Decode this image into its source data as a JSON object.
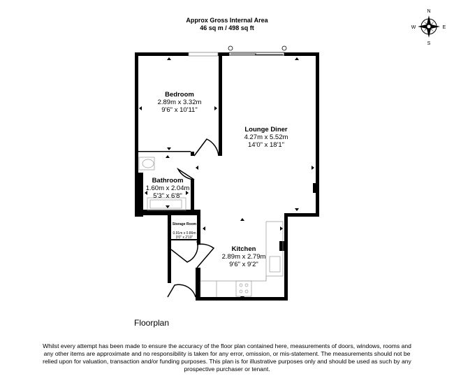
{
  "header": {
    "title": "Approx Gross Internal Area",
    "area": "46 sq m / 498 sq ft"
  },
  "compass": {
    "icon": "compass-rose-icon",
    "labels": [
      "N",
      "E",
      "S",
      "W"
    ]
  },
  "rooms": [
    {
      "name": "Bedroom",
      "metric": "2.89m x 3.32m",
      "imperial": "9'6\" x 10'11\""
    },
    {
      "name": "Lounge Diner",
      "metric": "4.27m x 5.52m",
      "imperial": "14'0\" x 18'1\""
    },
    {
      "name": "Bathroom",
      "metric": "1.60m x 2.04m",
      "imperial": "5'3\" x 6'8\""
    },
    {
      "name": "Storage Room",
      "metric": "0.91m x 0.86m",
      "imperial": "3'0\" x 2'10\""
    },
    {
      "name": "Kitchen",
      "metric": "2.89m x 2.79m",
      "imperial": "9'6\" x 9'2\""
    }
  ],
  "plan_label": "Floorplan",
  "disclaimer": "Whilst every attempt has been made to ensure the accuracy of the floor plan contained here, measurements of doors, windows, rooms and any other items are approximate and no responsibility is taken for any error, omission, or mis-statement. The measurements should not be relied upon for valuation, transaction and/or funding purposes. This plan is for illustrative purposes only and should be used as such by any prospective purchaser or tenant."
}
